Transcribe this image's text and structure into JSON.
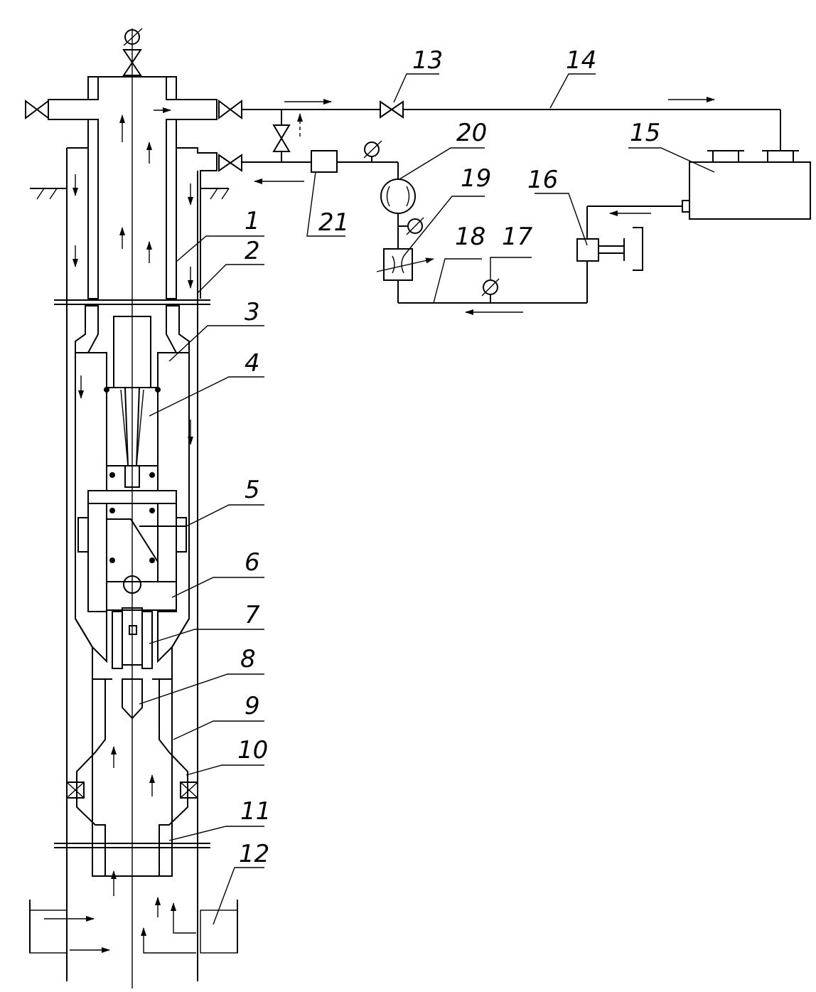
{
  "diagram": {
    "labels": {
      "l1": "1",
      "l2": "2",
      "l3": "3",
      "l4": "4",
      "l5": "5",
      "l6": "6",
      "l7": "7",
      "l8": "8",
      "l9": "9",
      "l10": "10",
      "l11": "11",
      "l12": "12",
      "l13": "13",
      "l14": "14",
      "l15": "15",
      "l16": "16",
      "l17": "17",
      "l18": "18",
      "l19": "19",
      "l20": "20",
      "l21": "21"
    }
  }
}
